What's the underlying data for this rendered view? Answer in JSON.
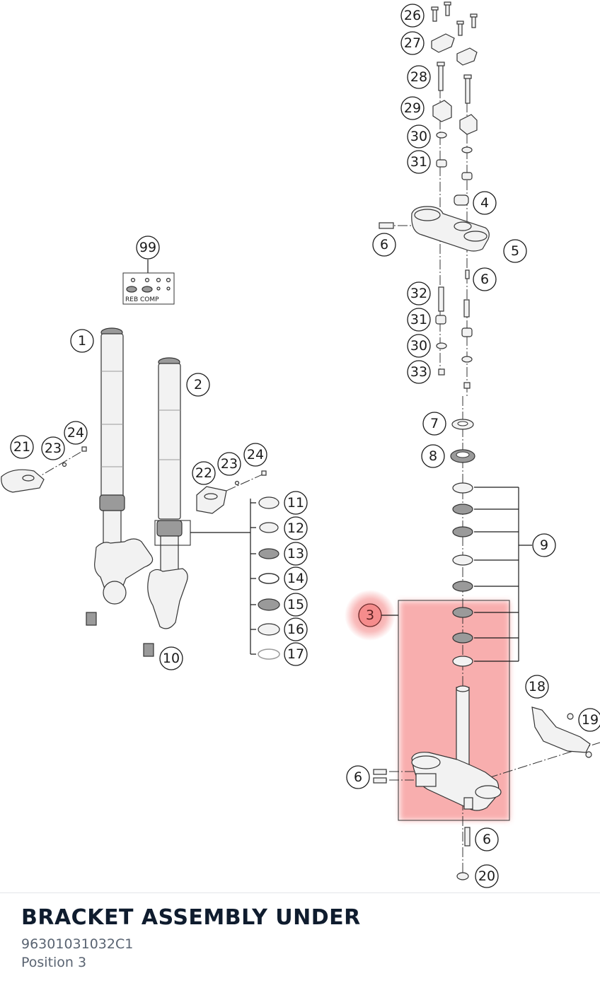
{
  "part": {
    "title": "BRACKET ASSEMBLY UNDER",
    "number": "96301031032C1",
    "position": "Position 3"
  },
  "diagram": {
    "highlight_color": "#f26b6b",
    "selected_callout": "3",
    "kit_label": "REB COMP",
    "callouts": [
      {
        "id": "c26",
        "label": "26"
      },
      {
        "id": "c27",
        "label": "27"
      },
      {
        "id": "c28",
        "label": "28"
      },
      {
        "id": "c29",
        "label": "29"
      },
      {
        "id": "c30a",
        "label": "30"
      },
      {
        "id": "c31a",
        "label": "31"
      },
      {
        "id": "c4",
        "label": "4"
      },
      {
        "id": "c6a",
        "label": "6"
      },
      {
        "id": "c5",
        "label": "5"
      },
      {
        "id": "c6b",
        "label": "6"
      },
      {
        "id": "c32",
        "label": "32"
      },
      {
        "id": "c31b",
        "label": "31"
      },
      {
        "id": "c30b",
        "label": "30"
      },
      {
        "id": "c33",
        "label": "33"
      },
      {
        "id": "c99",
        "label": "99"
      },
      {
        "id": "c1",
        "label": "1"
      },
      {
        "id": "c2",
        "label": "2"
      },
      {
        "id": "c7",
        "label": "7"
      },
      {
        "id": "c8",
        "label": "8"
      },
      {
        "id": "c21",
        "label": "21"
      },
      {
        "id": "c23a",
        "label": "23"
      },
      {
        "id": "c24a",
        "label": "24"
      },
      {
        "id": "c22",
        "label": "22"
      },
      {
        "id": "c23b",
        "label": "23"
      },
      {
        "id": "c24b",
        "label": "24"
      },
      {
        "id": "c11",
        "label": "11"
      },
      {
        "id": "c12",
        "label": "12"
      },
      {
        "id": "c13",
        "label": "13"
      },
      {
        "id": "c14",
        "label": "14"
      },
      {
        "id": "c15",
        "label": "15"
      },
      {
        "id": "c16",
        "label": "16"
      },
      {
        "id": "c17",
        "label": "17"
      },
      {
        "id": "c9",
        "label": "9"
      },
      {
        "id": "c3",
        "label": "3"
      },
      {
        "id": "c10",
        "label": "10"
      },
      {
        "id": "c18",
        "label": "18"
      },
      {
        "id": "c19",
        "label": "19"
      },
      {
        "id": "c6c",
        "label": "6"
      },
      {
        "id": "c6d",
        "label": "6"
      },
      {
        "id": "c20",
        "label": "20"
      }
    ]
  }
}
